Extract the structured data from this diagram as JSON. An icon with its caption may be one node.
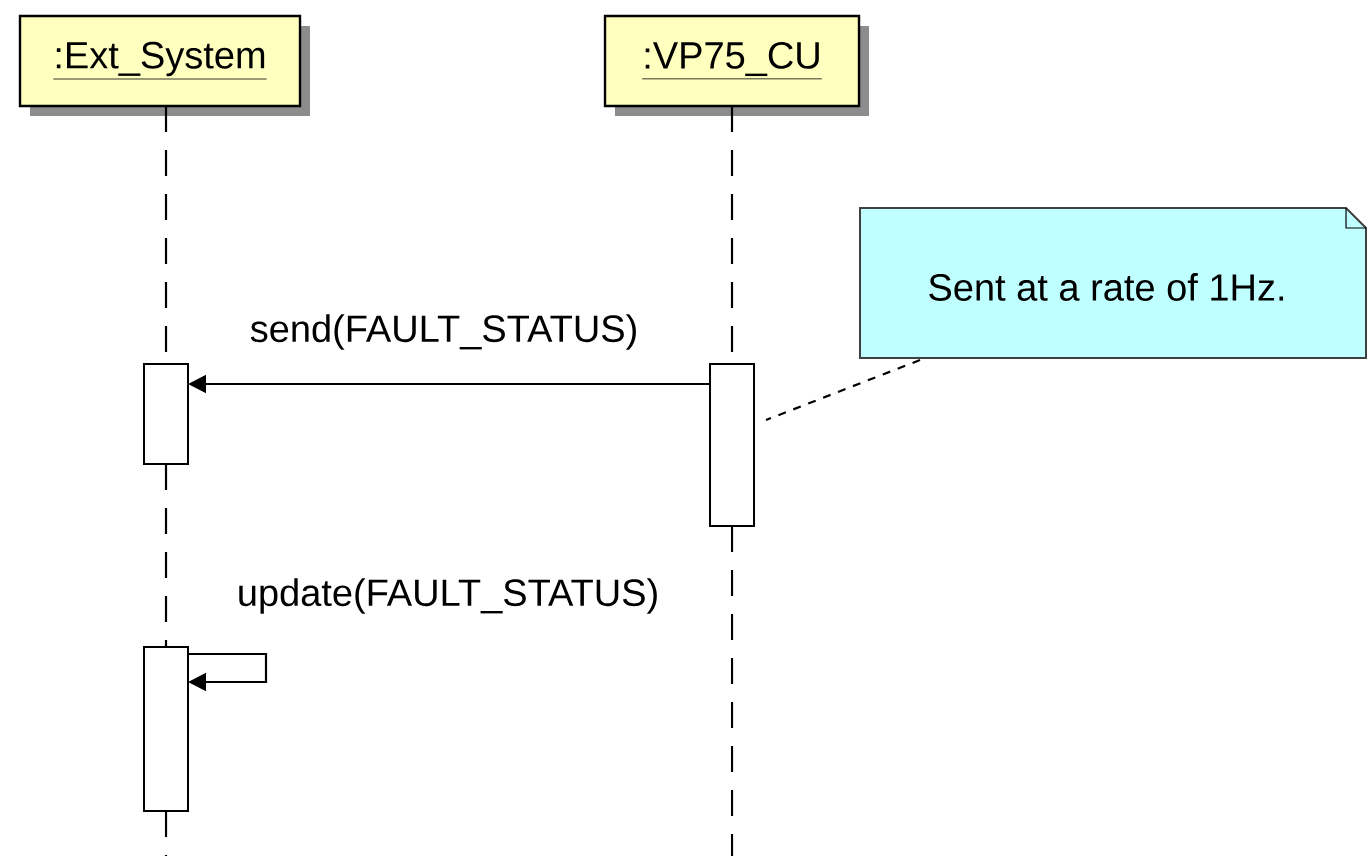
{
  "diagram": {
    "nodes": [
      {
        "text": [
          ":Ext_System"
        ]
      },
      {
        "text": [
          ":VP75_CU"
        ]
      },
      {
        "text": [],
        "shape": "bar"
      },
      {
        "text": [],
        "shape": "bar"
      },
      {
        "text": [],
        "shape": "bar"
      },
      {
        "text": [
          "Sent at a rate of 1Hz."
        ]
      }
    ],
    "edges": [
      {
        "from": 0,
        "to": 2,
        "arrow": "none",
        "style": "dashed"
      },
      {
        "from": 2,
        "to": 4,
        "arrow": "none",
        "style": "dashed"
      },
      {
        "from": 4,
        "to": null,
        "arrow": "none",
        "style": "dashed"
      },
      {
        "from": 1,
        "to": 3,
        "arrow": "none",
        "style": "dashed"
      },
      {
        "from": 3,
        "to": null,
        "arrow": "none",
        "style": "dashed"
      },
      {
        "from": 3,
        "to": 2,
        "arrow": "to",
        "label": "send(FAULT_STATUS)"
      },
      {
        "from": 4,
        "to": 4,
        "arrow": "to",
        "label": "update(FAULT_STATUS)"
      },
      {
        "from": 5,
        "to": 3,
        "arrow": "none",
        "style": "dashed"
      }
    ]
  }
}
